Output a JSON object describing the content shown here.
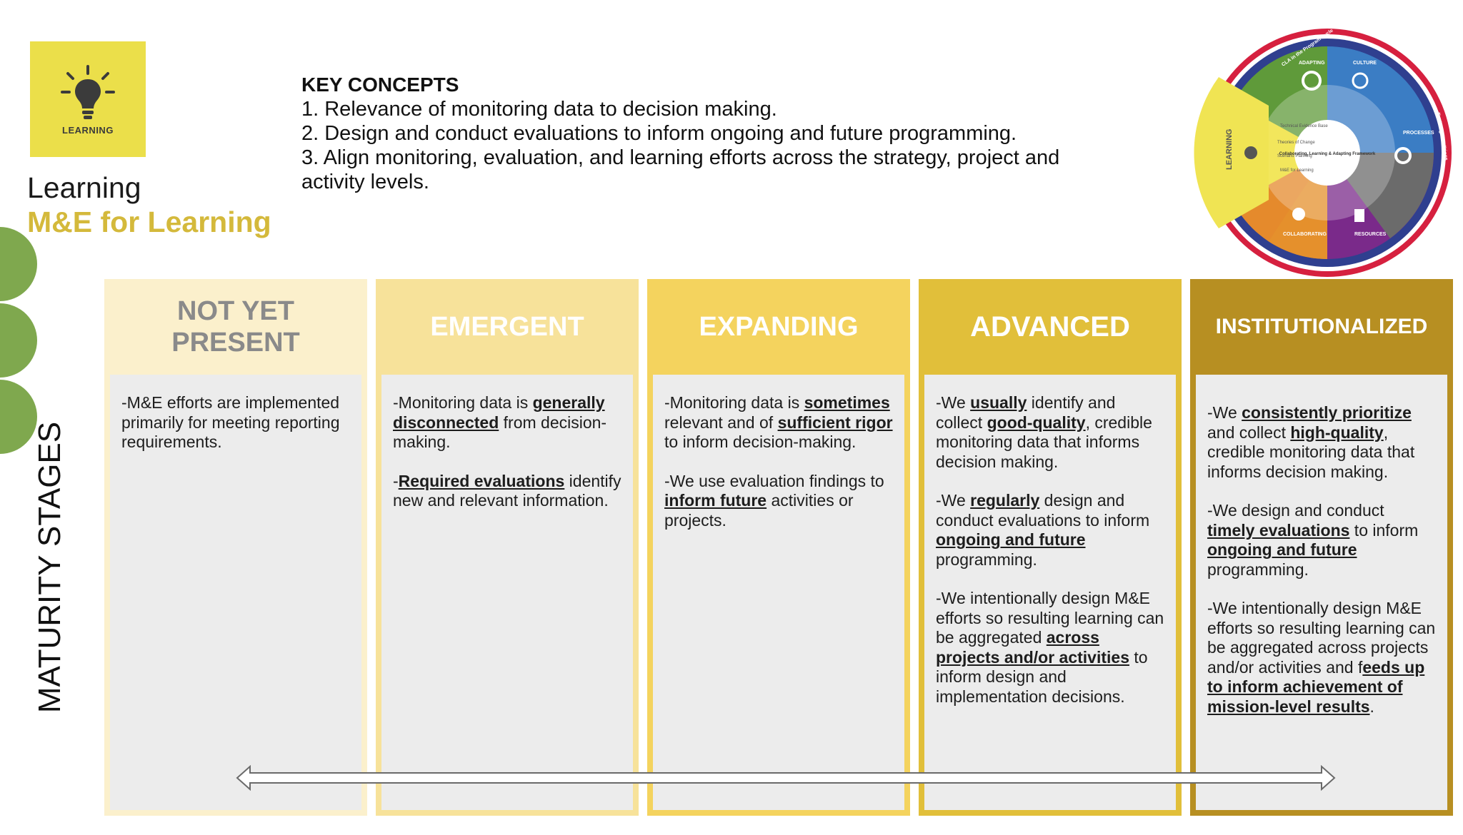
{
  "logo": {
    "label": "LEARNING",
    "icon": "lightbulb-icon"
  },
  "section": {
    "title": "Learning",
    "subtitle": "M&E for Learning"
  },
  "key_concepts": {
    "title": "KEY CONCEPTS",
    "items": [
      "1.  Relevance of monitoring data to decision making.",
      "2.  Design and conduct evaluations to inform ongoing and future programming.",
      "3.  Align monitoring, evaluation, and learning efforts across the strategy, project and activity levels."
    ]
  },
  "wheel": {
    "left_label": "LEARNING",
    "top_arc_label": "CLA in the Program Cycle",
    "right_arc_label": "Enabling Conditions",
    "center": "Collaborating, Learning & Adapting Framework",
    "segments": [
      "Technical Evidence Base",
      "Theories of Change",
      "Scenario Planning",
      "M&E for Learning"
    ],
    "quadrants": [
      "ADAPTING",
      "CULTURE",
      "PROCESSES",
      "RESOURCES",
      "COLLABORATING"
    ]
  },
  "side_label": "MATURITY STAGES",
  "columns": [
    {
      "header": "NOT YET PRESENT",
      "paragraphs": [
        "-M&E efforts are implemented primarily for meeting reporting requirements."
      ]
    },
    {
      "header": "EMERGENT",
      "paragraphs": [
        "-Monitoring data is <b>generally disconnected</b> from decision-making.",
        "-<b>Required evaluations</b> identify new and relevant information."
      ]
    },
    {
      "header": "EXPANDING",
      "paragraphs": [
        "-Monitoring data is <b>sometimes</b> relevant and of <b>sufficient rigor</b> to inform decision-making.",
        "-We use evaluation findings to <b>inform future</b> activities or projects."
      ]
    },
    {
      "header": "ADVANCED",
      "paragraphs": [
        "-We <b>usually</b> identify and collect <b>good-quality</b>, credible monitoring data that informs decision making.",
        "-We <b>regularly</b> design and conduct evaluations to inform <b>ongoing and future</b> programming.",
        "-We intentionally design M&E efforts so resulting learning can be aggregated <b>across projects and/or activities</b> to inform design and implementation decisions."
      ]
    },
    {
      "header": "INSTITUTIONALIZED",
      "paragraphs": [
        "-We <b>consistently prioritize</b> and collect <b>high-quality</b>, credible monitoring data that informs decision making.",
        "-We design and conduct <b>timely evaluations</b> to inform <b>ongoing and future</b> programming.",
        "-We intentionally design M&E efforts so resulting learning can be aggregated across projects and/or activities and f<b>eeds up to inform achievement of mission-level results</b>."
      ]
    }
  ],
  "colors": {
    "accent_yellow": "#ebdf4a",
    "subtitle_gold": "#d4b93b",
    "green_dot": "#7fa84e",
    "stage_colors": [
      "#fbf0cc",
      "#f7e29a",
      "#f4d35e",
      "#e1bf3a",
      "#b78f22"
    ]
  }
}
